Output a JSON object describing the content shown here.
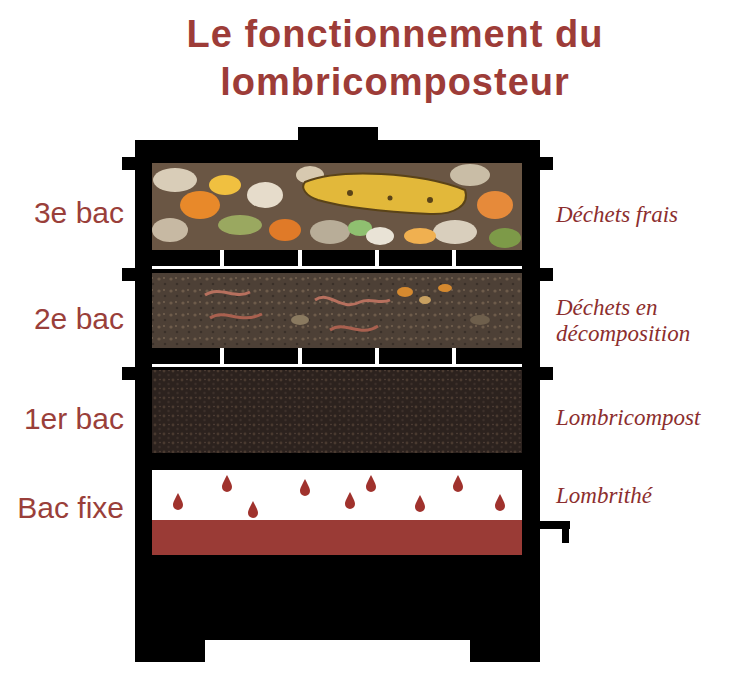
{
  "diagram": {
    "title": "Le fonctionnement du lombricomposteur",
    "nodes": [
      {
        "text": [
          "3e bac",
          "Déchets frais"
        ]
      },
      {
        "text": [
          "2e bac",
          "Déchets en décomposition"
        ]
      },
      {
        "text": [
          "1er bac",
          "Lombricompost"
        ]
      },
      {
        "text": [
          "Bac fixe",
          "Lombrithé"
        ]
      }
    ]
  }
}
